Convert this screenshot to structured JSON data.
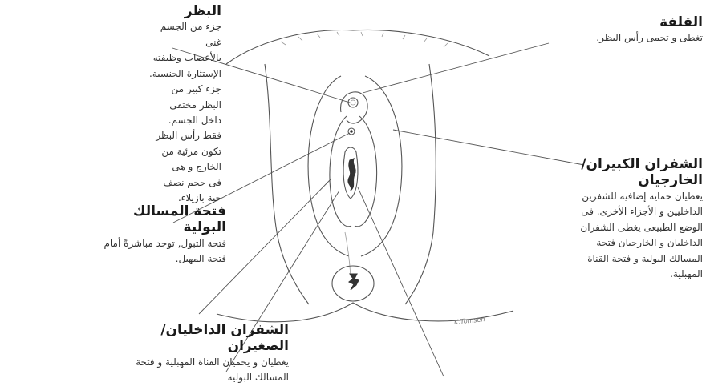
{
  "labels": {
    "clitoris": {
      "title": "البظر",
      "lines": [
        "جزء من الجسم غنى",
        "بالأعصاب وظيفته",
        "الإستثارة الجنسية.",
        "جزء كبير من البظر مختفى",
        "داخل الجسم. فقط رأس البظر",
        "تكون مرئية من الخارج و هى",
        "فى حجم نصف حبة بازيلاء."
      ]
    },
    "hood": {
      "title": "القلفة",
      "lines": [
        "تغطى و تحمى رأس البظر."
      ]
    },
    "majora": {
      "title_lines": [
        "الشفران الكبيران/",
        "الخارجيان"
      ],
      "lines": [
        "يعطيان حماية إضافية للشفرين",
        "الداخليين و الأجزاء الأخرى. فى",
        "الوضع الطبيعى يغطى الشفران",
        "الداخليان و الخارجيان فتحة",
        "المسالك البولية و فتحة القناة",
        "المهبلية."
      ]
    },
    "urethra": {
      "title": "فتحة المسالك البولية",
      "lines": [
        "فتحة التبول, توجد مباشرةً أمام",
        "فتحة المهبل."
      ]
    },
    "minora": {
      "title": "الشفران الداخليان/ الصغيران",
      "lines": [
        "يغطيان و يحميان القناة المهبلية و فتحة",
        "المسالك البولية"
      ]
    }
  },
  "artist_signature": "K.Tomsen"
}
